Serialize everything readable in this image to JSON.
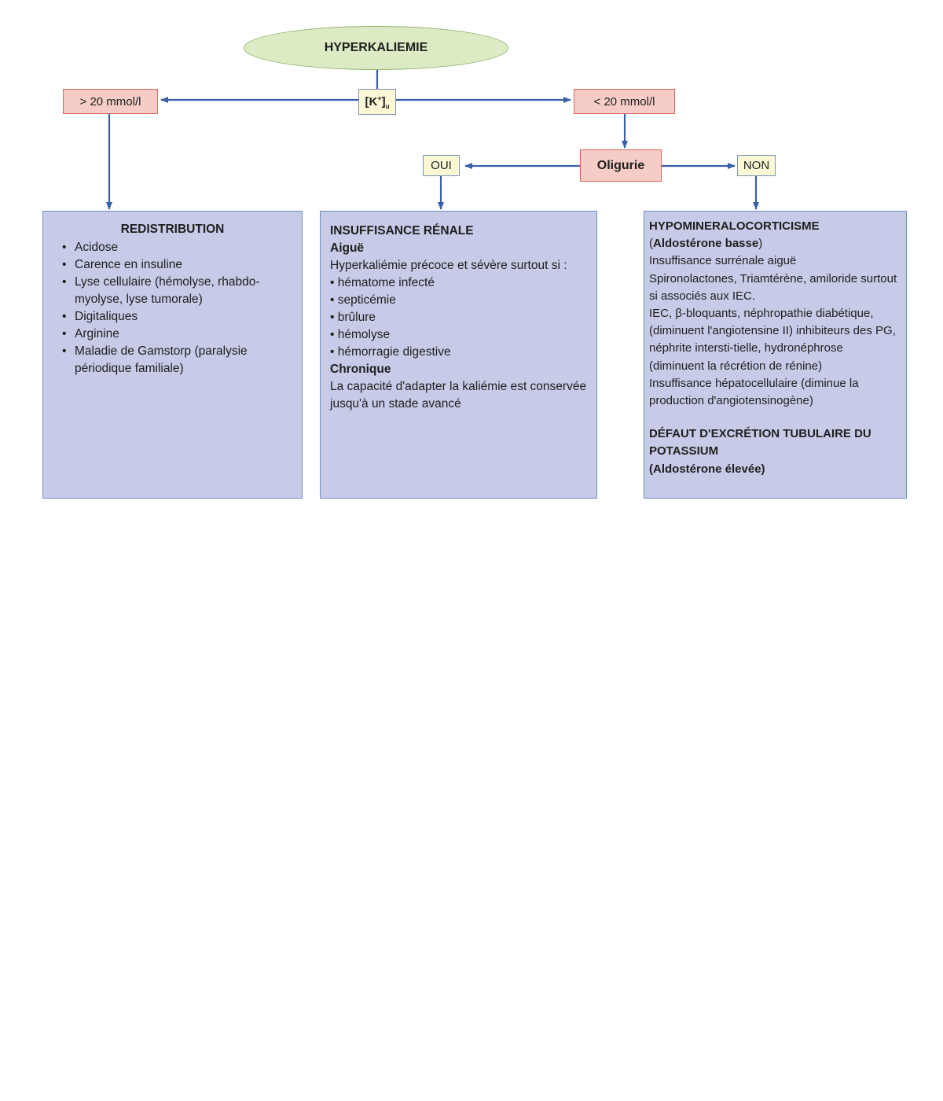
{
  "root": {
    "label": "HYPERKALIEMIE"
  },
  "measure": {
    "label": "[K",
    "sup": "+",
    "close": "]",
    "sub": "u"
  },
  "branch_high": {
    "label": "> 20 mmol/l"
  },
  "branch_low": {
    "label": "< 20 mmol/l"
  },
  "oliguria": {
    "label": "Oligurie"
  },
  "yes": {
    "label": "OUI"
  },
  "no": {
    "label": "NON"
  },
  "redistribution": {
    "title": "REDISTRIBUTION",
    "items": [
      "Acidose",
      "Carence en insuline",
      "Lyse cellulaire (hémolyse, rhabdo-myolyse, lyse tumorale)",
      "Digitaliques",
      "Arginine",
      "Maladie de Gamstorp (paralysie périodique familiale)"
    ]
  },
  "renal": {
    "title": "INSUFFISANCE RÉNALE",
    "acute_heading": "Aiguë",
    "acute_text": "Hyperkaliémie précoce et sévère surtout si :",
    "acute_items": [
      "hématome infecté",
      "septicémie",
      "brûlure",
      "hémolyse",
      "hémorragie digestive"
    ],
    "chronic_heading": "Chronique",
    "chronic_text": "La capacité d'adapter la kaliémie est conservée jusqu'à un stade avancé"
  },
  "hypomineralo": {
    "title": "HYPOMINERALOCORTICISME",
    "paren_open": "(",
    "subtitle": "Aldostérone basse",
    "paren_close": ")",
    "lines": [
      "Insuffisance surrénale aiguë",
      "Spironolactones, Triamtérène, amiloride surtout si associés aux IEC.",
      "IEC, β-bloquants, néphropathie diabétique, (diminuent l'angiotensine II) inhibiteurs des PG, néphrite intersti-tielle, hydronéphrose",
      "(diminuent la récrétion de rénine)",
      "Insuffisance hépatocellulaire (diminue la production d'angiotensinogène)"
    ],
    "tubular_title": "DÉFAUT D'EXCRÉTION TUBULAIRE DU POTASSIUM",
    "tubular_subtitle": "(Aldostérone élevée)"
  },
  "colors": {
    "arrow": "#3a5ea8",
    "panel_fill": "#c7cbe8",
    "pink_fill": "#f6ccc6",
    "ellipse_fill": "#dcebc4"
  }
}
